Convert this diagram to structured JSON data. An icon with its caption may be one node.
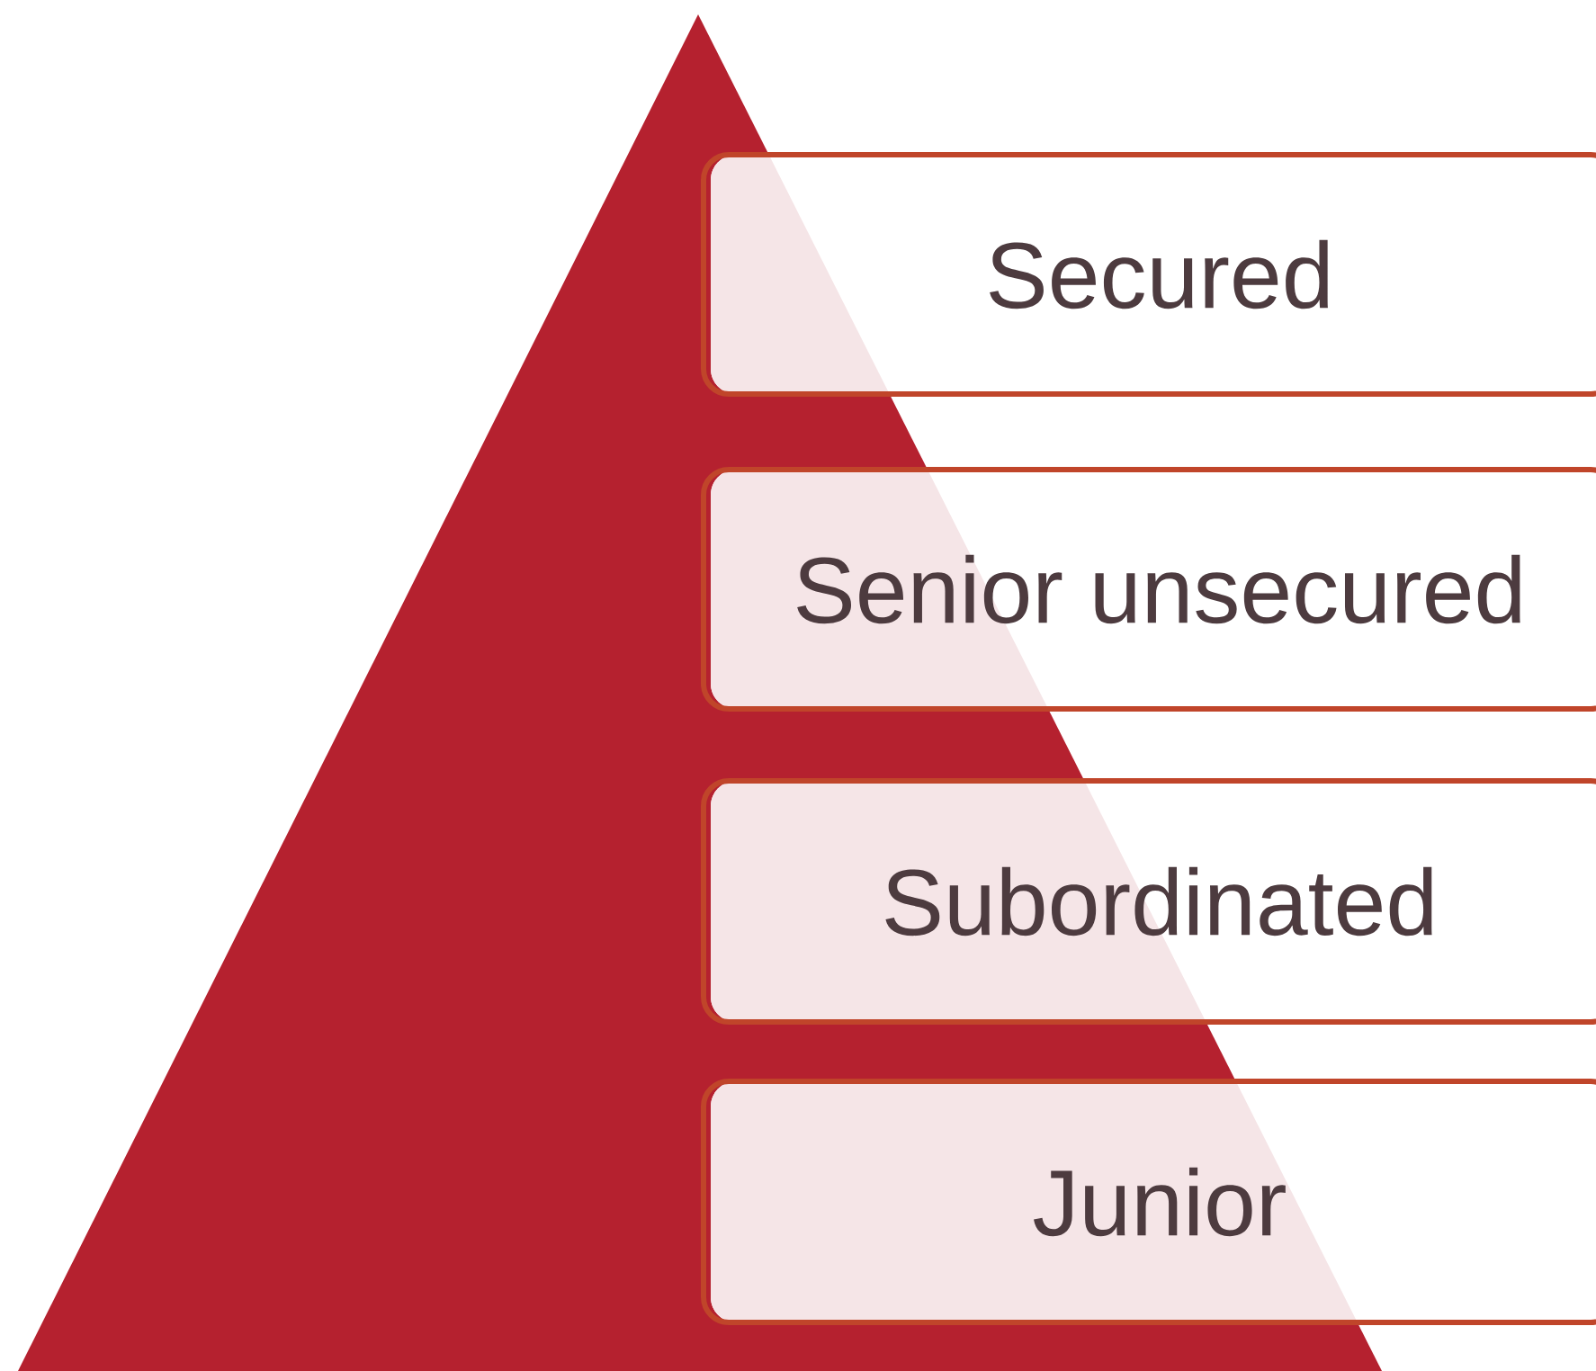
{
  "diagram": {
    "nodes": [
      {
        "text": [
          "Secured"
        ]
      },
      {
        "text": [
          "Senior unsecured"
        ]
      },
      {
        "text": [
          "Subordinated"
        ]
      },
      {
        "text": [
          "Junior"
        ]
      }
    ]
  }
}
